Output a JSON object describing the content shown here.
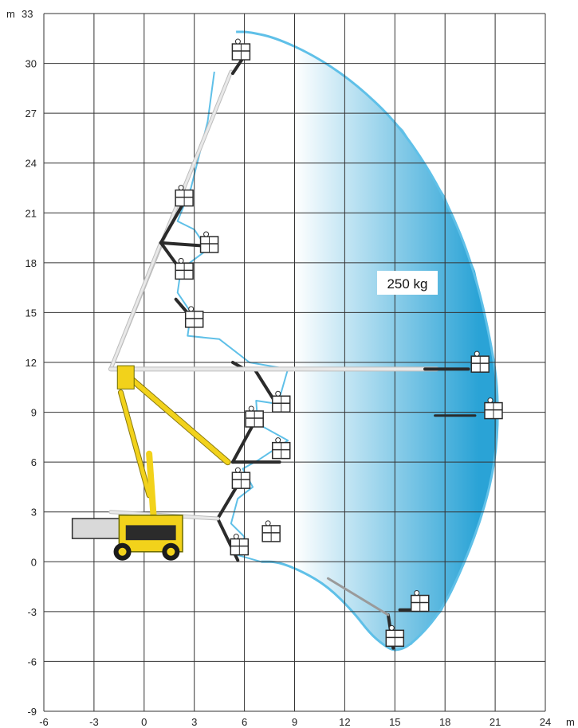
{
  "diagram": {
    "x_unit": "m",
    "y_unit": "m",
    "y_top_label": "33",
    "x_ticks": [
      "-6",
      "-3",
      "0",
      "3",
      "6",
      "9",
      "12",
      "15",
      "18",
      "21",
      "24"
    ],
    "y_ticks": [
      "-9",
      "-6",
      "-3",
      "0",
      "3",
      "6",
      "9",
      "12",
      "15",
      "18",
      "21",
      "24",
      "27",
      "30"
    ],
    "x_range": [
      -6,
      24
    ],
    "y_range": [
      -9,
      33
    ],
    "grid": true,
    "load_label": "250 kg",
    "colors": {
      "envelope": "#2aa3d6",
      "envelope_line": "#5fc0e8",
      "grid": "#333333",
      "machine_yellow": "#f2d21b",
      "boom_dark": "#2b2b2b",
      "boom_white": "#e9e9e9"
    },
    "working_envelope": [
      [
        5.5,
        31.9
      ],
      [
        6.3,
        31.9
      ],
      [
        8.0,
        31.5
      ],
      [
        10.5,
        30.3
      ],
      [
        13.0,
        28.5
      ],
      [
        15.5,
        26.0
      ],
      [
        18.0,
        22.0
      ],
      [
        19.8,
        17.5
      ],
      [
        21.0,
        12.0
      ],
      [
        21.2,
        9.0
      ],
      [
        21.0,
        6.0
      ],
      [
        20.3,
        3.0
      ],
      [
        19.2,
        0.0
      ],
      [
        17.8,
        -3.0
      ],
      [
        16.0,
        -5.0
      ],
      [
        15.0,
        -5.4
      ],
      [
        14.3,
        -5.0
      ],
      [
        13.5,
        -4.3
      ],
      [
        12.5,
        -3.0
      ],
      [
        11.0,
        -1.5
      ],
      [
        9.5,
        -0.6
      ],
      [
        8.0,
        0.0
      ],
      [
        7.0,
        0.0
      ]
    ],
    "platform_positions": [
      [
        5.8,
        30.6
      ],
      [
        2.4,
        21.8
      ],
      [
        3.9,
        19.0
      ],
      [
        2.4,
        17.4
      ],
      [
        3.0,
        14.5
      ],
      [
        8.2,
        9.4
      ],
      [
        6.6,
        8.5
      ],
      [
        8.2,
        6.6
      ],
      [
        5.8,
        4.8
      ],
      [
        7.6,
        1.6
      ],
      [
        5.7,
        0.8
      ],
      [
        20.1,
        11.8
      ],
      [
        20.9,
        9.0
      ],
      [
        16.5,
        -2.6
      ],
      [
        15.0,
        -4.7
      ]
    ]
  }
}
